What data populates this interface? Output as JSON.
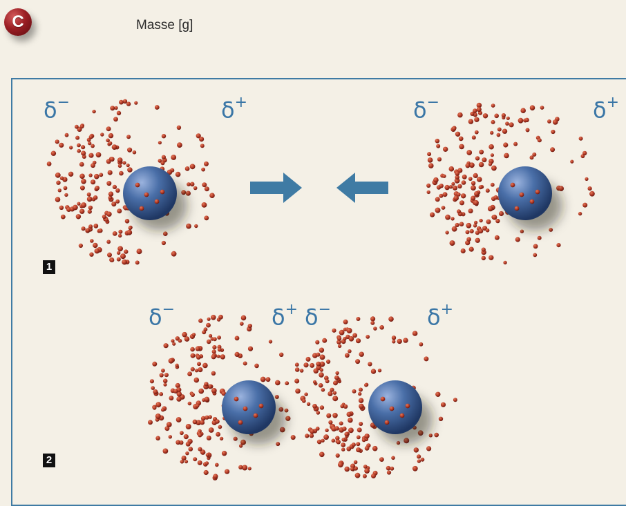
{
  "header": {
    "badge_letter": "C",
    "title": "Masse [g]"
  },
  "panels": [
    {
      "number": "1",
      "charges": [
        "δ",
        "−",
        "δ",
        "+",
        "δ",
        "−",
        "δ",
        "+"
      ]
    },
    {
      "number": "2",
      "charges": [
        "δ",
        "−",
        "δ",
        "+",
        "δ",
        "−",
        "δ",
        "+"
      ]
    }
  ],
  "colors": {
    "accent_blue": "#3a76a6",
    "frame_blue": "#3f7ba4",
    "badge_red": "#9b1e24",
    "electron_red": "#b23a26",
    "nucleus_blue": "#4a6fa8",
    "background": "#f4f0e6"
  },
  "icons": [
    "c-badge-icon",
    "arrow-right-icon",
    "arrow-left-icon"
  ]
}
